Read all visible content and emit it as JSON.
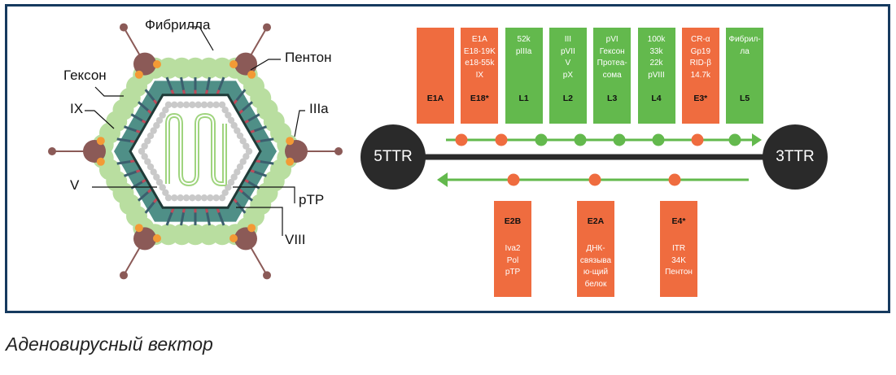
{
  "caption": "Аденовирусный вектор",
  "colors": {
    "frame": "#163a5f",
    "early_gene": "#ef6c3f",
    "late_gene": "#63b94d",
    "ttr_circle": "#2a2a2a",
    "hexon": "#b9dea0",
    "capsid_shell": "#4f8f87",
    "penton": "#8b5a57",
    "protein_IIIa": "#f39a35",
    "core_protein_V": "#c9c9c9",
    "genome": "#9fd47e"
  },
  "virion": {
    "labels": {
      "fiber": "Фибрилла",
      "penton": "Пентон",
      "hexon": "Гексон",
      "ix": "IX",
      "iiia": "IIIa",
      "v": "V",
      "ptp": "pTP",
      "viii": "VIII"
    }
  },
  "genome_map": {
    "left_end": "5TTR",
    "right_end": "3TTR",
    "top_transcripts": [
      {
        "gene": "E1A",
        "proteins": [],
        "type": "early"
      },
      {
        "gene": "E18*",
        "proteins": [
          "E1A",
          "E18-19K",
          "e18-55k",
          "IX"
        ],
        "type": "early"
      },
      {
        "gene": "L1",
        "proteins": [
          "52k",
          "pIIIa"
        ],
        "type": "late"
      },
      {
        "gene": "L2",
        "proteins": [
          "III",
          "pVII",
          "V",
          "pX"
        ],
        "type": "late"
      },
      {
        "gene": "L3",
        "proteins": [
          "pVI",
          "Гексон",
          "Протеа-",
          "сома"
        ],
        "type": "late"
      },
      {
        "gene": "L4",
        "proteins": [
          "100k",
          "33k",
          "22k",
          "pVIII"
        ],
        "type": "late"
      },
      {
        "gene": "E3*",
        "proteins": [
          "CR-α",
          "Gp19",
          "RID-β",
          "14.7k"
        ],
        "type": "early"
      },
      {
        "gene": "L5",
        "proteins": [
          "Фибрил-",
          "ла"
        ],
        "type": "late"
      }
    ],
    "top_strand_promoters": [
      "early",
      "early",
      "late",
      "late",
      "late",
      "late",
      "early",
      "late"
    ],
    "bottom_transcripts": [
      {
        "gene": "E2B",
        "proteins": [
          "Iva2",
          "Pol",
          "pTP"
        ],
        "type": "early"
      },
      {
        "gene": "E2A",
        "proteins": [
          "ДНК-",
          "связыва",
          "ю-щий",
          "белок"
        ],
        "type": "early"
      },
      {
        "gene": "E4*",
        "proteins": [
          "ITR",
          "34K",
          "Пентон"
        ],
        "type": "early"
      }
    ]
  }
}
